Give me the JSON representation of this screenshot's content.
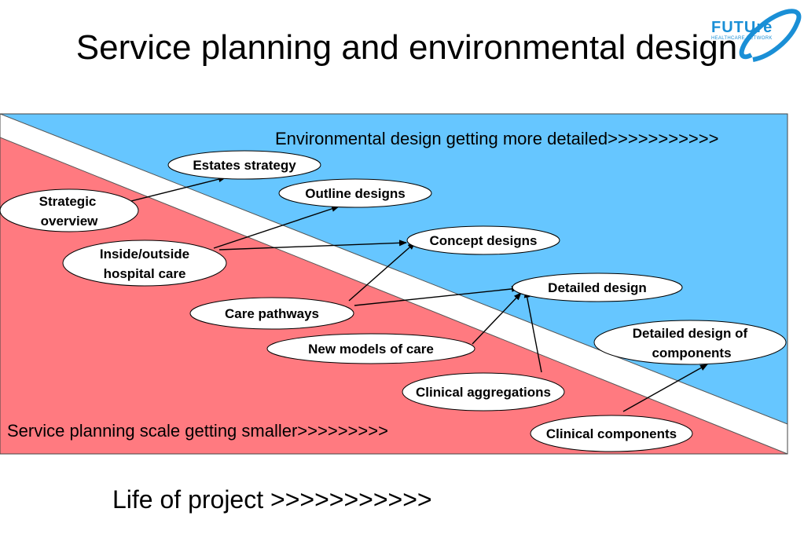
{
  "title": "Service planning and environmental design",
  "logo": {
    "word": "FUTUre",
    "sub": "HEALTHCARE NETWORK"
  },
  "diagram": {
    "top_label": "Environmental design getting more detailed>>>>>>>>>>>",
    "bottom_label": "Service planning scale getting smaller>>>>>>>>>",
    "nodes": {
      "estates_strategy": {
        "lines": [
          "Estates strategy"
        ]
      },
      "outline_designs": {
        "lines": [
          "Outline designs"
        ]
      },
      "strategic_overview": {
        "lines": [
          "Strategic",
          "overview"
        ]
      },
      "concept_designs": {
        "lines": [
          "Concept designs"
        ]
      },
      "inside_outside": {
        "lines": [
          "Inside/outside",
          "hospital care"
        ]
      },
      "detailed_design": {
        "lines": [
          "Detailed design"
        ]
      },
      "care_pathways": {
        "lines": [
          "Care pathways"
        ]
      },
      "detailed_components": {
        "lines": [
          "Detailed design of",
          "components"
        ]
      },
      "new_models": {
        "lines": [
          "New models of care"
        ]
      },
      "clinical_aggregations": {
        "lines": [
          "Clinical aggregations"
        ]
      },
      "clinical_components": {
        "lines": [
          "Clinical components"
        ]
      }
    },
    "colors": {
      "blue": "#66c6ff",
      "red": "#ff7a80"
    }
  },
  "footer": "Life of project >>>>>>>>>>>"
}
